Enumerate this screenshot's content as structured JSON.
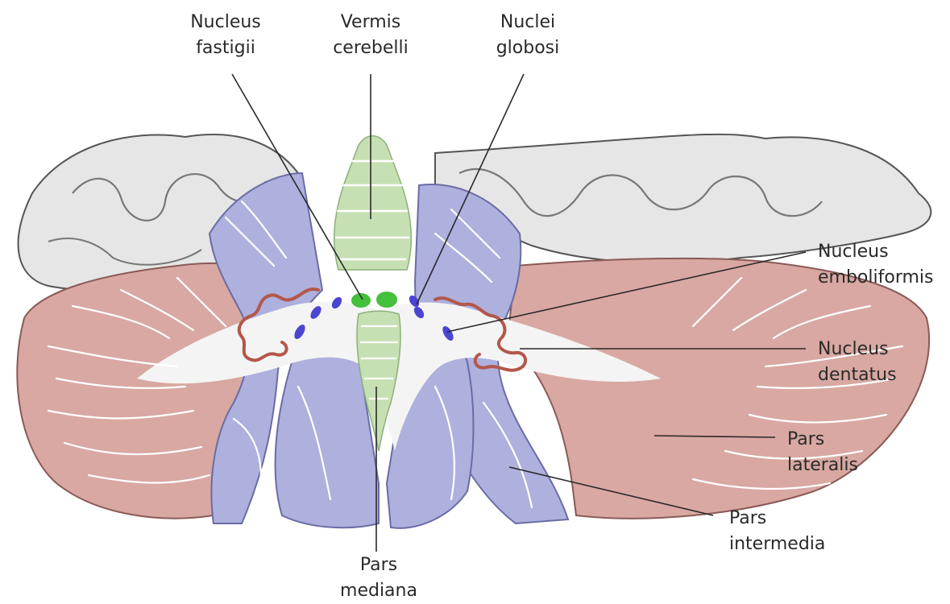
{
  "labels": {
    "nucleus_fastigii": [
      "Nucleus",
      "fastigii"
    ],
    "vermis_cerebelli": [
      "Vermis",
      "cerebelli"
    ],
    "nuclei_globosi": [
      "Nuclei",
      "globosi"
    ],
    "nucleus_emboliformis": [
      "Nucleus",
      "emboliformis"
    ],
    "nucleus_dentatus": [
      "Nucleus",
      "dentatus"
    ],
    "pars_lateralis": [
      "Pars",
      "lateralis"
    ],
    "pars_intermedia": [
      "Pars",
      "intermedia"
    ],
    "pars_mediana": [
      "Pars",
      "mediana"
    ]
  },
  "colors": {
    "pars_lateralis": "#d9a8a2",
    "pars_intermedia": "#aeb0de",
    "pars_mediana": "#c7e0b3",
    "white_matter": "#f3f3f3",
    "cerebrum": "#e7e7e7",
    "nucleus_dentatus": "#b4574a",
    "nuclei_globosi_emboliformis": "#4a46d1",
    "nucleus_fastigii": "#45c03c"
  }
}
